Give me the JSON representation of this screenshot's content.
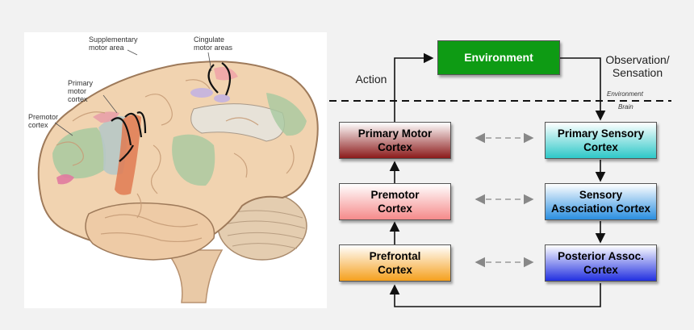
{
  "brain": {
    "labels": {
      "supplementary": "Supplementary\nmotor area",
      "cingulate": "Cingulate\nmotor areas",
      "primary_motor": "Primary\nmotor\ncortex",
      "premotor": "Premotor\ncortex"
    }
  },
  "diagram": {
    "environment": "Environment",
    "action_label": "Action",
    "observation_label": "Observation/\nSensation",
    "divider_top": "Environment",
    "divider_bottom": "Brain",
    "left_boxes": [
      {
        "label": "Primary Motor\nCortex",
        "color_top": "#ffffff",
        "color_bottom": "#8b1a1a"
      },
      {
        "label": "Premotor\nCortex",
        "color_top": "#ffffff",
        "color_bottom": "#f58a8a"
      },
      {
        "label": "Prefrontal\nCortex",
        "color_top": "#ffffff",
        "color_bottom": "#f5a01e"
      }
    ],
    "right_boxes": [
      {
        "label": "Primary Sensory\nCortex",
        "color_top": "#ffffff",
        "color_bottom": "#2ec8c8"
      },
      {
        "label": "Sensory\nAssociation Cortex",
        "color_top": "#ffffff",
        "color_bottom": "#2a8ee0"
      },
      {
        "label": "Posterior Assoc.\nCortex",
        "color_top": "#ffffff",
        "color_bottom": "#2230e0"
      }
    ],
    "environment_color": "#0e9b14"
  }
}
